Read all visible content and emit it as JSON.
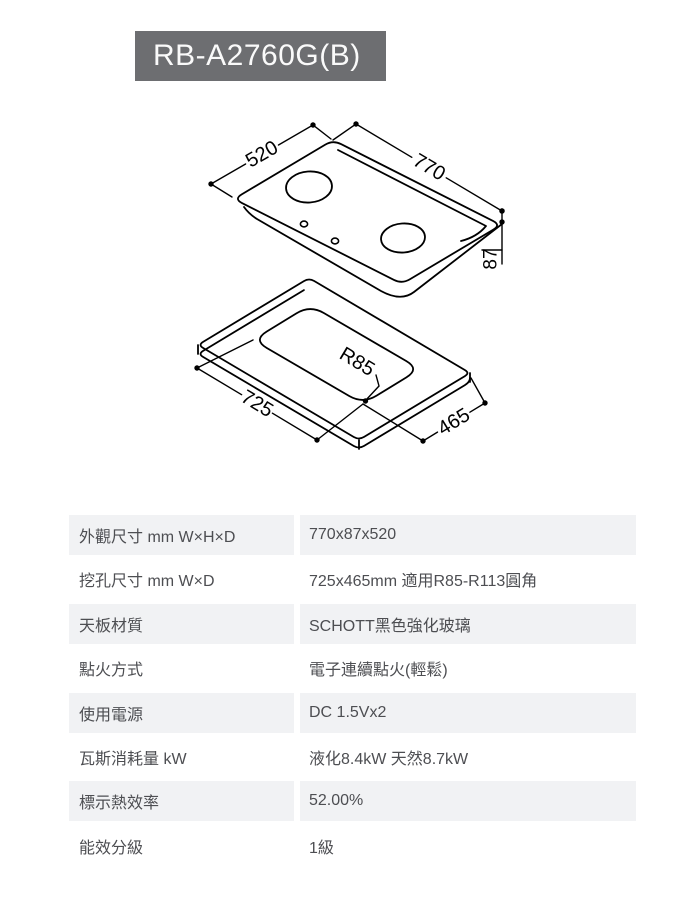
{
  "title": "RB-A2760G(B)",
  "drawing": {
    "dim_top_width": "520",
    "dim_top_length": "770",
    "dim_top_height": "87",
    "dim_cutout_width": "725",
    "dim_cutout_depth": "465",
    "cutout_radius": "R85"
  },
  "table": {
    "rows": [
      {
        "label": "外觀尺寸 mm W×H×D",
        "value": "770x87x520"
      },
      {
        "label": "挖孔尺寸 mm W×D",
        "value": "725x465mm 適用R85-R113圓角"
      },
      {
        "label": "天板材質",
        "value": "SCHOTT黑色強化玻璃"
      },
      {
        "label": "點火方式",
        "value": "電子連續點火(輕鬆)"
      },
      {
        "label": "使用電源",
        "value": "DC 1.5Vx2"
      },
      {
        "label": "瓦斯消耗量 kW",
        "value": "液化8.4kW 天然8.7kW"
      },
      {
        "label": "標示熱效率",
        "value": "52.00%"
      },
      {
        "label": "能效分級",
        "value": "1級"
      }
    ]
  },
  "colors": {
    "title_bg": "#6d6e71",
    "title_text": "#fafafa",
    "row_alt_bg": "#f1f2f4",
    "table_text": "#4d4e52",
    "line": "#000000"
  }
}
